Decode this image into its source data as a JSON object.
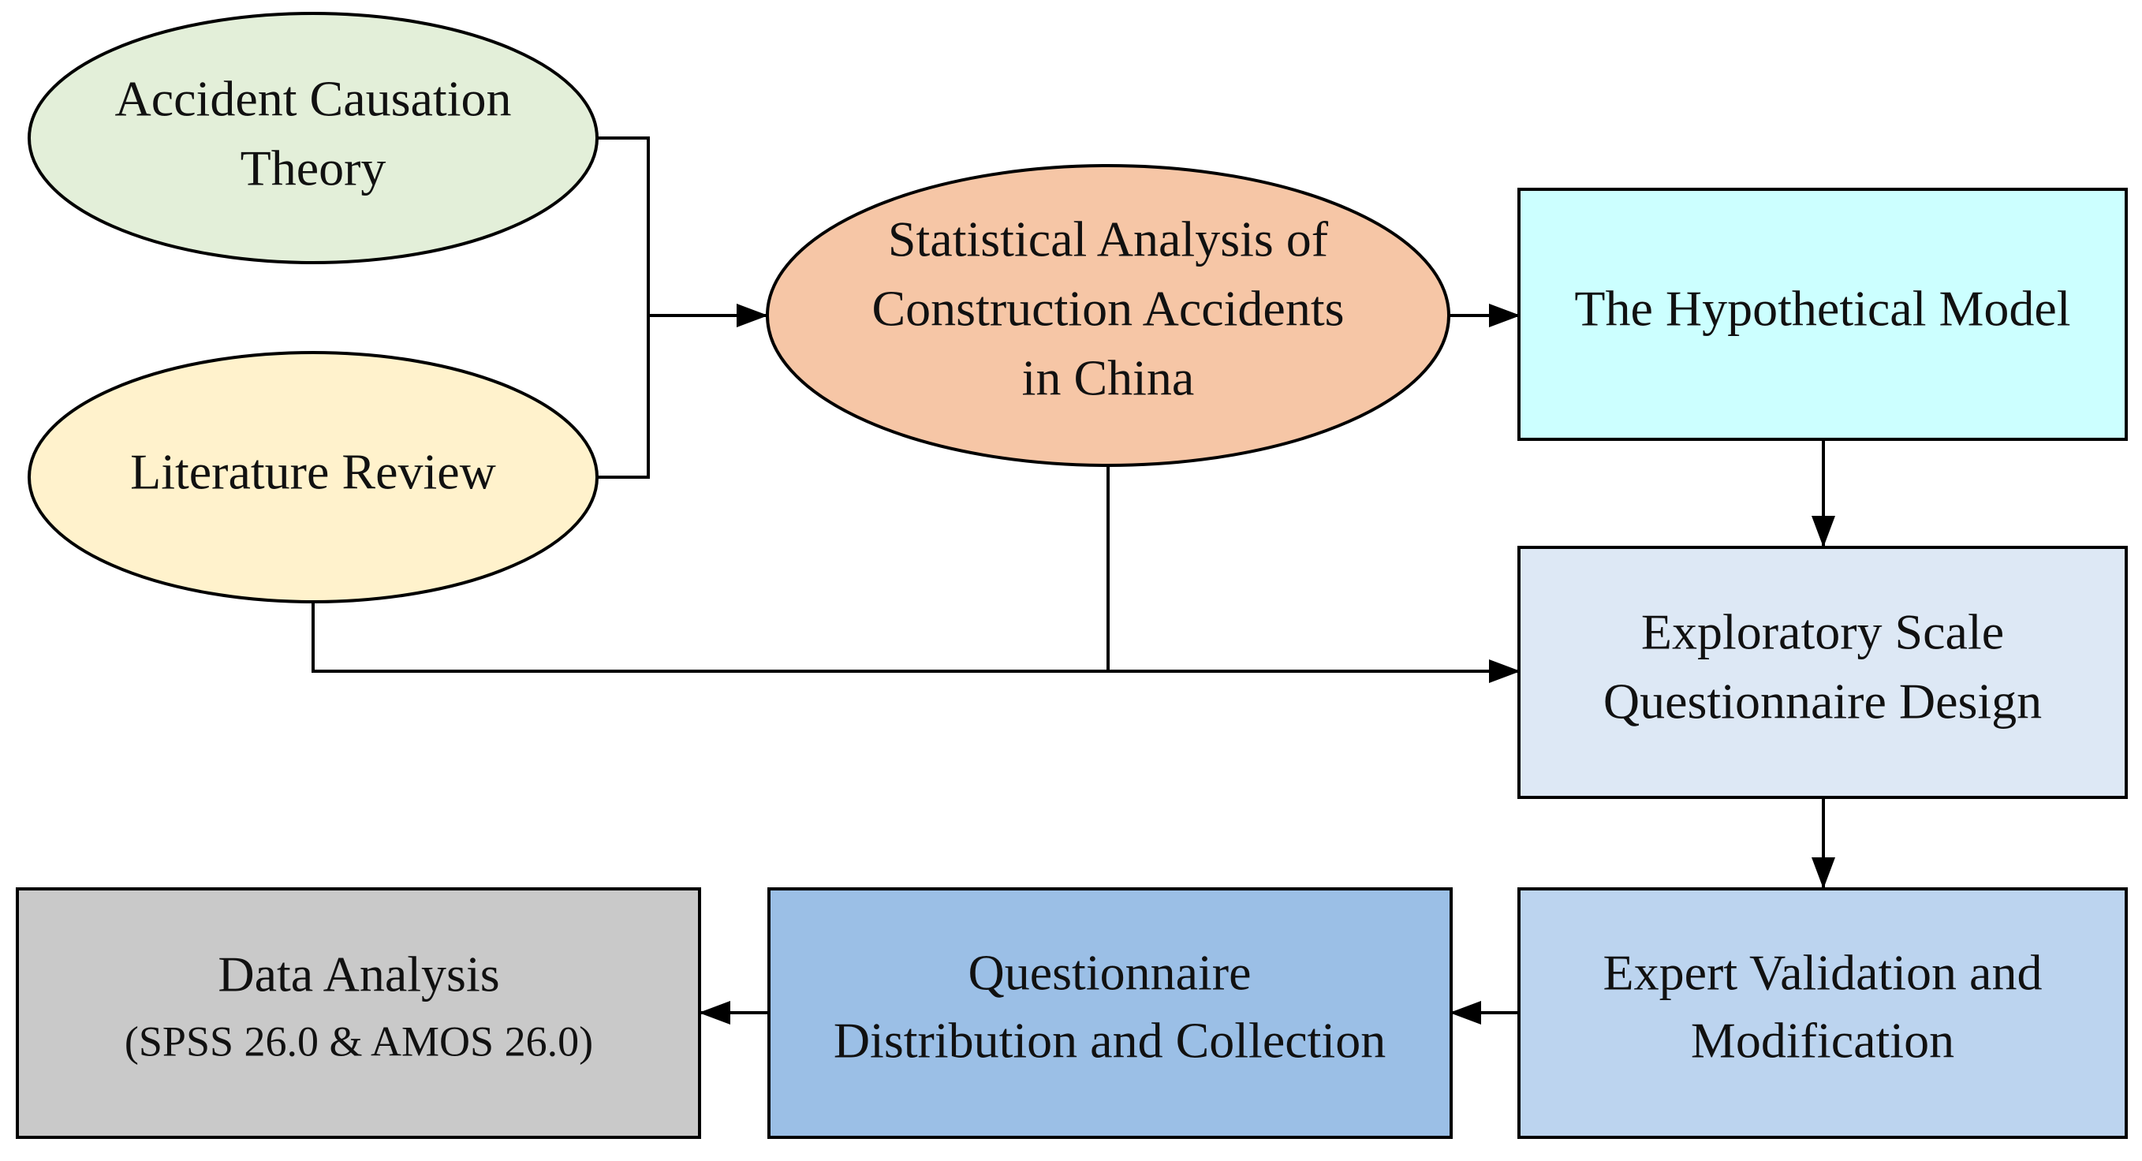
{
  "nodes": {
    "accident_causation": {
      "lines": [
        "Accident Causation",
        "Theory"
      ],
      "fill": "#e3efd9"
    },
    "literature_review": {
      "lines": [
        "Literature Review"
      ],
      "fill": "#fff2cc"
    },
    "statistical_analysis": {
      "lines": [
        "Statistical Analysis of",
        "Construction Accidents",
        "in China"
      ],
      "fill": "#f6c6a6"
    },
    "hypothetical_model": {
      "lines": [
        "The Hypothetical Model"
      ],
      "fill": "#ccffff"
    },
    "exploratory_design": {
      "lines": [
        "Exploratory Scale",
        "Questionnaire Design"
      ],
      "fill": "#dde8f5"
    },
    "expert_validation": {
      "lines": [
        "Expert Validation and",
        "Modification"
      ],
      "fill": "#bcd4ef"
    },
    "distribution_collection": {
      "lines": [
        "Questionnaire",
        "Distribution and Collection"
      ],
      "fill": "#9bbfe6"
    },
    "data_analysis": {
      "lines": [
        "Data Analysis"
      ],
      "sub": "(SPSS 26.0 & AMOS 26.0)",
      "fill": "#c9c9c9"
    }
  },
  "edge_color": "#000000"
}
